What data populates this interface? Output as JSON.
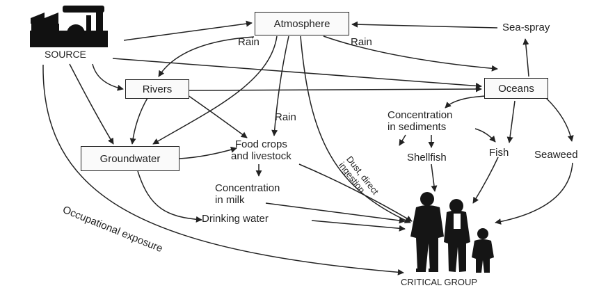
{
  "nodes": {
    "source": "SOURCE",
    "atmosphere": "Atmosphere",
    "rivers": "Rivers",
    "oceans": "Oceans",
    "groundwater": "Groundwater",
    "sea_spray": "Sea-spray",
    "food_crops_1": "Food crops",
    "food_crops_2": "and livestock",
    "conc_milk_1": "Concentration",
    "conc_milk_2": "in milk",
    "drinking_water": "Drinking water",
    "conc_sed_1": "Concentration",
    "conc_sed_2": "in sediments",
    "shellfish": "Shellfish",
    "fish": "Fish",
    "seaweed": "Seaweed",
    "critical_group": "CRITICAL GROUP"
  },
  "edge_labels": {
    "rain_left": "Rain",
    "rain_right": "Rain",
    "rain_center": "Rain",
    "dust_1": "Dust, direct",
    "dust_2": "ingestion",
    "occupational": "Occupational exposure"
  },
  "icons": {
    "source": "factory-icon",
    "critical_group": "family-people-icon"
  }
}
